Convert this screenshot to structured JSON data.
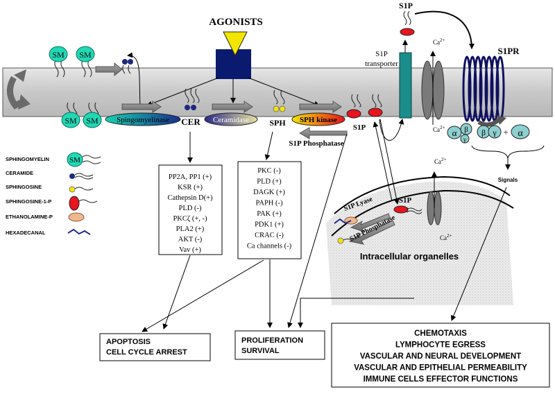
{
  "top": {
    "agonists": "AGONISTS",
    "s1p_top": "S1P",
    "s1pr": "S1PR",
    "s1p_transporter_1": "S1P",
    "s1p_transporter_2": "transporter",
    "ca_out": "Ca",
    "ca_sup": "2+"
  },
  "membrane": {
    "sm": "SM",
    "spingomyelinase": "Spingomyelinase",
    "cer": "CER",
    "ceramidase": "Ceramidase",
    "sph": "SPH",
    "sph_kinase": "SPH  kinase",
    "s1p": "S1P",
    "s1p_phosphatase": "S1P Phosphatase",
    "ca_in": "Ca",
    "ca_in_sup": "2+",
    "g_alpha": "α",
    "g_beta": "β",
    "g_gamma": "γ",
    "g_plus": "+",
    "signals": "Signals"
  },
  "legend": {
    "sphingomyelin": "SPHINGOMYELIN",
    "ceramide": "CERAMIDE",
    "sphingosine": "SPHINGOSINE",
    "s1p": "SPHINGOSINE-1-P",
    "ethanolamine": "ETHANOLAMINE-P",
    "hexadecanal": "HEXADECANAL",
    "sm_icon_label": "SM"
  },
  "cer_box": [
    "PP2A, PP1 (+)",
    "KSR (+)",
    "Cathepsin D(+)",
    "PLD (-)",
    "PKCζ (+, -)",
    "PLA2 (+)",
    "AKT (-)",
    "Vav (+)"
  ],
  "sph_box": [
    "PKC (-)",
    "PLD (+)",
    "DAGK (+)",
    "PAPH (-)",
    "PAK (+)",
    "PDK1 (+)",
    "CRAC (-)",
    "Ca channels (-)"
  ],
  "organelle": {
    "s1p_lyase": "S1P Lyase",
    "s1p": "S1P",
    "s1p_phosphatase": "S1P Phosphatase",
    "label": "Intracellular organelles",
    "ca_top": "Ca",
    "ca_top_sup": "2+",
    "ca_bottom": "Ca",
    "ca_bottom_sup": "2+"
  },
  "outcomes": {
    "apoptosis_1": "APOPTOSIS",
    "apoptosis_2": "CELL CYCLE ARREST",
    "prolif_1": "PROLIFERATION",
    "prolif_2": "SURVIVAL",
    "s1pr_effects": [
      "CHEMOTAXIS",
      "LYMPHOCYTE EGRESS",
      "VASCULAR AND NEURAL DEVELOPMENT",
      "VASCULAR AND EPITHELIAL PERMEABILITY",
      "IMMUNE CELLS EFFECTOR FUNCTIONS"
    ]
  },
  "colors": {
    "sm": "#1fd9b4",
    "membrane": "#cccccc",
    "agonist_box": "#0a1a6e",
    "agonist_tri": "#f2e600",
    "s1p_red": "#e8141e",
    "transporter": "#1a8c8c",
    "receptor": "#101060",
    "ceramide_blue": "#1e2a80",
    "sphingosine_yellow": "#f2e600",
    "ethanolamine": "#f0b890"
  }
}
